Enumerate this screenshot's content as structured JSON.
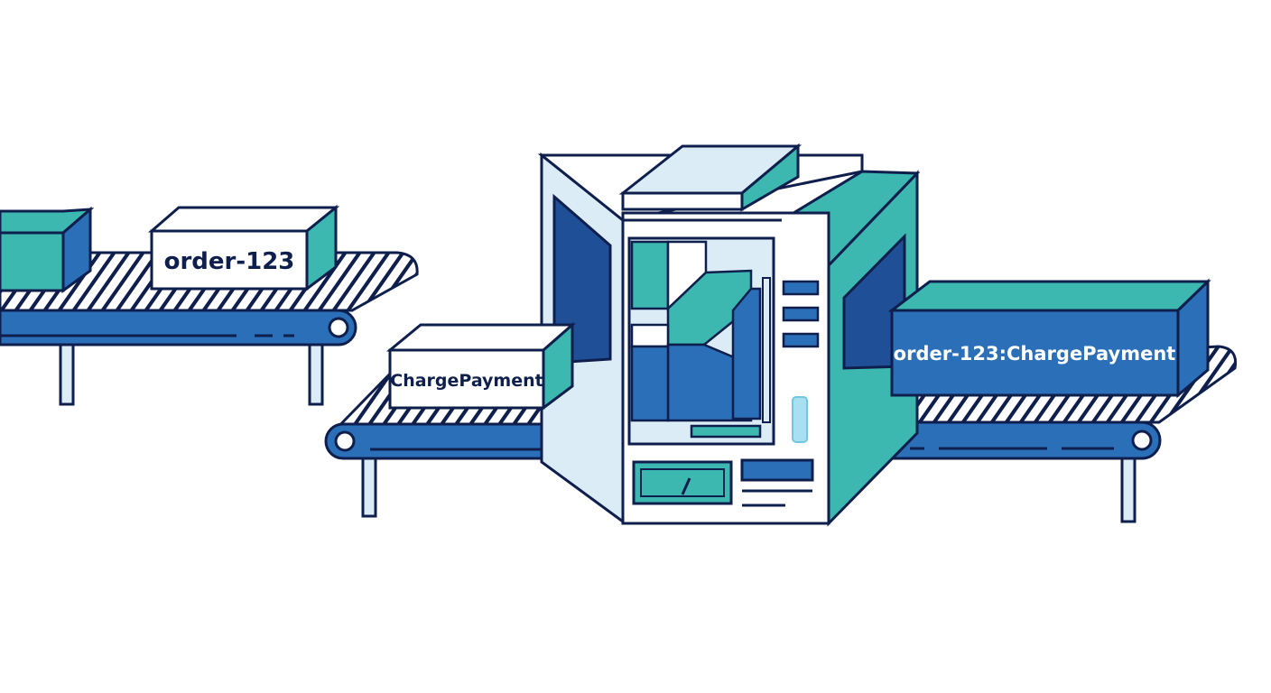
{
  "labels": {
    "box_order_id": "order-123",
    "box_command": "ChargePayment",
    "box_combined_key": "order-123:ChargePayment"
  },
  "colors": {
    "outline": "#0f1f4d",
    "blue": "#2a6fb8",
    "dark_blue": "#1f4f96",
    "teal": "#3cb8b0",
    "pale_blue": "#dcecf7",
    "white": "#ffffff"
  }
}
